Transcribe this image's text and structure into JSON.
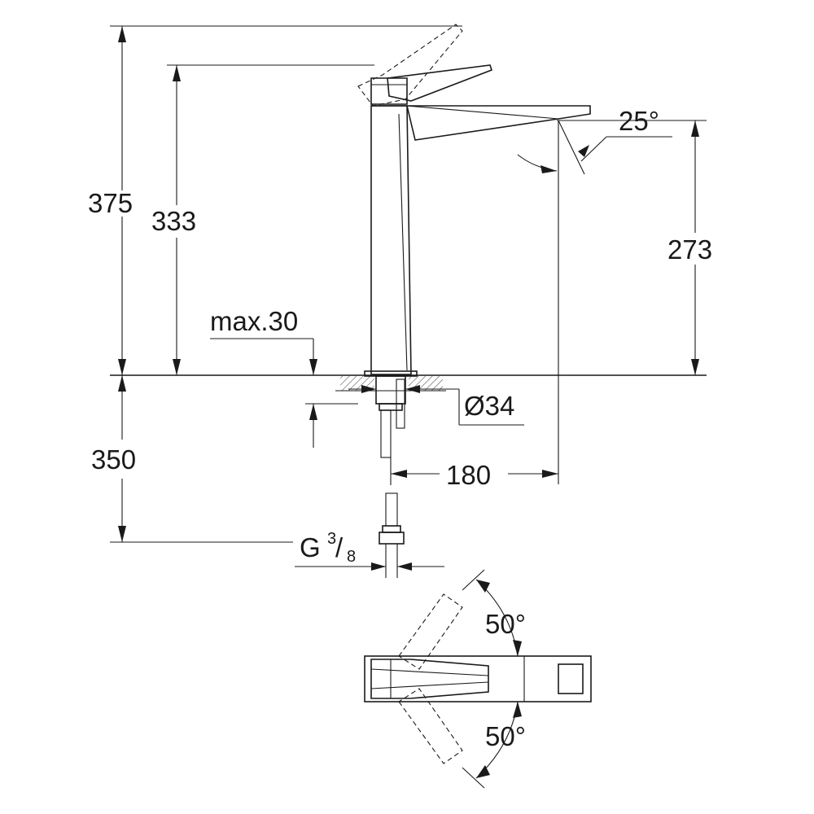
{
  "dimensions": {
    "total_height": "375",
    "lever_height": "333",
    "spout_height": "273",
    "max_thickness": "max.30",
    "below_deck": "350",
    "diameter": "Ø34",
    "reach": "180",
    "thread_main": "G",
    "thread_num": "3",
    "thread_den": "8",
    "rotation_top": "50°",
    "rotation_bottom": "50°",
    "spout_angle": "25°"
  }
}
